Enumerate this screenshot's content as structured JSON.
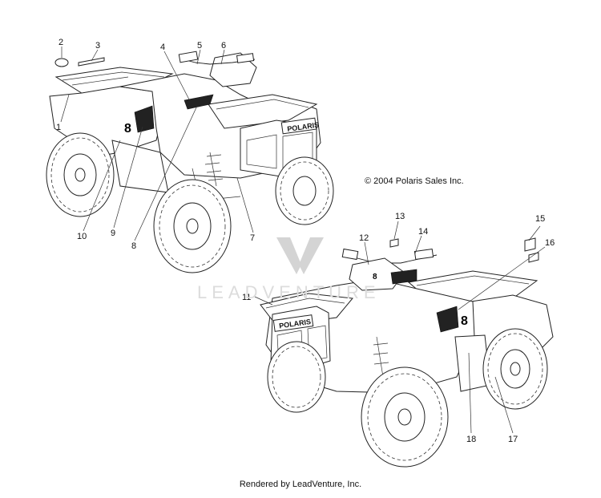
{
  "diagram": {
    "copyright": "© 2004 Polaris Sales Inc.",
    "footer": "Rendered by LeadVenture, Inc.",
    "watermark": "LEADVENTURE",
    "badge_text": "8",
    "grille_text": "POLARIS",
    "callouts": [
      "1",
      "2",
      "3",
      "4",
      "5",
      "6",
      "7",
      "8",
      "9",
      "10",
      "11",
      "12",
      "13",
      "14",
      "15",
      "16",
      "17",
      "18"
    ]
  }
}
